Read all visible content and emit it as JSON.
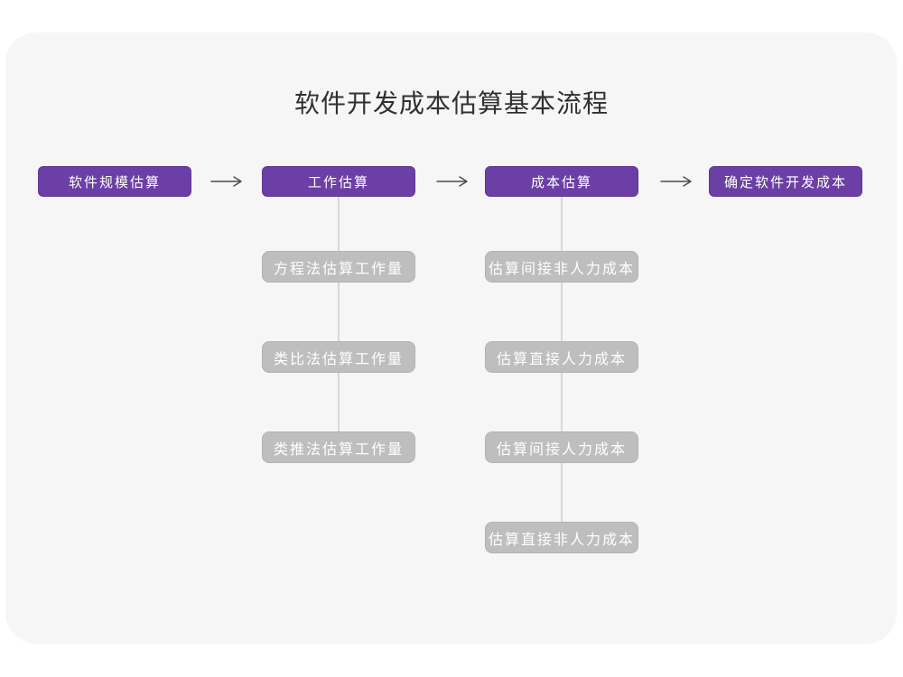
{
  "diagram": {
    "title": "软件开发成本估算基本流程",
    "stages": [
      {
        "label": "软件规模估算",
        "substeps": []
      },
      {
        "label": "工作估算",
        "substeps": [
          "方程法估算工作量",
          "类比法估算工作量",
          "类推法估算工作量"
        ]
      },
      {
        "label": "成本估算",
        "substeps": [
          "估算间接非人力成本",
          "估算直接人力成本",
          "估算间接人力成本",
          "估算直接非人力成本"
        ]
      },
      {
        "label": "确定软件开发成本",
        "substeps": []
      }
    ]
  },
  "colors": {
    "page_background": "#ffffff",
    "canvas_background": "#f6f6f7",
    "stage_fill": "#6b3fa5",
    "substep_fill": "#bebebe",
    "connector_line": "#d8d8d8",
    "arrow_stroke": "#4a4a4a",
    "title_text": "#303030",
    "box_text": "#ffffff"
  }
}
